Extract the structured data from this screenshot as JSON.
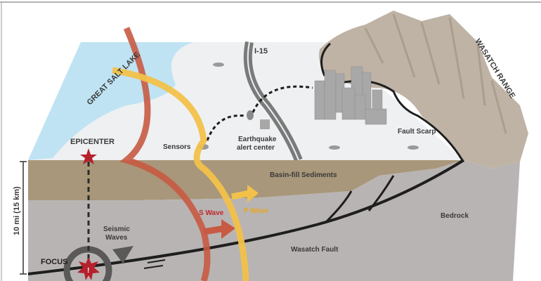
{
  "labels": {
    "lake": "GREAT SALT LAKE",
    "highway": "I-15",
    "range": "WASATCH RANGE",
    "epicenter": "EPICENTER",
    "sensors": "Sensors",
    "alert_center_line1": "Earthquake",
    "alert_center_line2": "alert center",
    "fault_scarp": "Fault Scarp",
    "sediments": "Basin-fill Sediments",
    "s_wave": "S Wave",
    "p_wave": "P Wave",
    "seismic_line1": "Seismic",
    "seismic_line2": "Waves",
    "bedrock": "Bedrock",
    "fault": "Wasatch Fault",
    "depth": "10 mi (15 km)",
    "focus": "FOCUS"
  },
  "colors": {
    "lake": "#bfe3f3",
    "surface": "#eef0f2",
    "sediment": "#a8977a",
    "bedrock": "#b8b4b3",
    "s_wave": "#c85a43",
    "p_wave": "#f2c14a",
    "star": "#b5212c",
    "mountain": "#bfb3a5"
  }
}
